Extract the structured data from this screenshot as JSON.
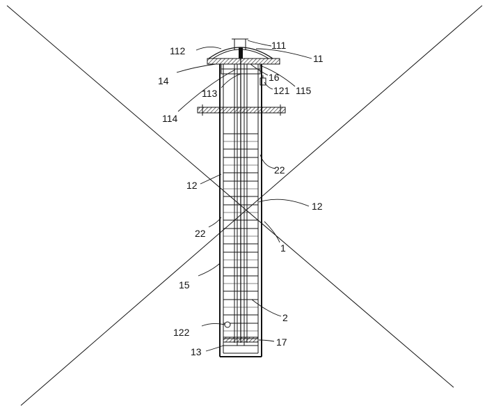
{
  "figure": {
    "background": "#ffffff",
    "stroke_color": "#111111",
    "labels": {
      "l112": "112",
      "l111": "111",
      "l11": "11",
      "l14": "14",
      "l16": "16",
      "l113": "113",
      "l121": "121",
      "l115": "115",
      "l114": "114",
      "l22a": "22",
      "l12a": "12",
      "l12b": "12",
      "l22b": "22",
      "l1": "1",
      "l15": "15",
      "l2": "2",
      "l122": "122",
      "l17": "17",
      "l13": "13"
    }
  }
}
